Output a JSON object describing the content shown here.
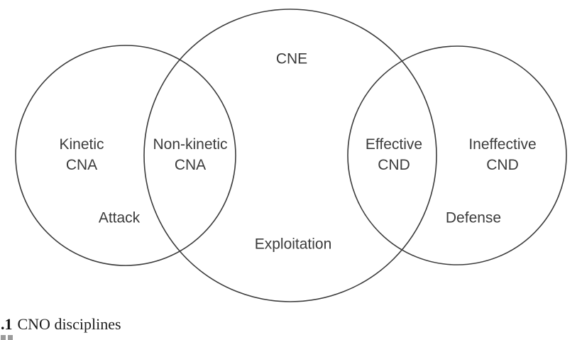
{
  "figure": {
    "type": "venn-diagram",
    "caption": {
      "number": ".1",
      "title": "CNO disciplines"
    },
    "colors": {
      "circle_stroke": "#3c3c3c",
      "label_text": "#3b3b3b",
      "caption_text": "#1c1c1c",
      "background": "#ffffff"
    },
    "circles": [
      {
        "name": "attack-circle",
        "bottom_label": "Attack"
      },
      {
        "name": "exploitation-circle",
        "top_label": "CNE",
        "bottom_label": "Exploitation"
      },
      {
        "name": "defense-circle",
        "bottom_label": "Defense"
      }
    ],
    "labels": {
      "cne": "CNE",
      "kinetic_cna": "Kinetic\nCNA",
      "non_kinetic_cna": "Non-kinetic\nCNA",
      "effective_cnd": "Effective\nCND",
      "ineffective_cnd": "Ineffective\nCND",
      "attack": "Attack",
      "exploitation": "Exploitation",
      "defense": "Defense"
    }
  }
}
